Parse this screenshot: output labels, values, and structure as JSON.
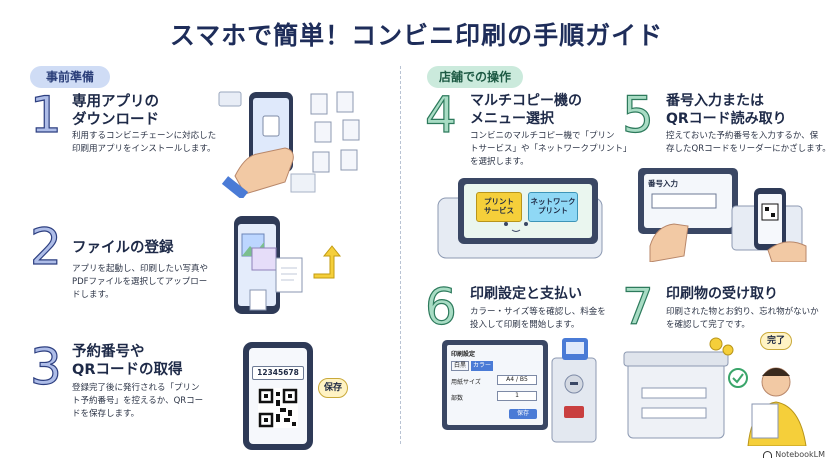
{
  "title": "スマホで簡単！コンビニ印刷の手順ガイド",
  "sections": {
    "left": "事前準備",
    "right": "店舗での操作"
  },
  "steps": [
    {
      "num": "1",
      "title": "専用アプリの\nダウンロード",
      "desc": "利用するコンビニチェーンに対応した\n印刷用アプリをインストールします。"
    },
    {
      "num": "2",
      "title": "ファイルの登録",
      "desc": "アプリを起動し、印刷したい写真や\nPDFファイルを選択してアップロー\nドします。"
    },
    {
      "num": "3",
      "title": "予約番号や\nQRコードの取得",
      "desc": "登録完了後に発行される「プリン\nト予約番号」を控えるか、QRコー\nドを保存します。"
    },
    {
      "num": "4",
      "title": "マルチコピー機の\nメニュー選択",
      "desc": "コンビニのマルチコピー機で「プリン\nトサービス」や「ネットワークプリント」\nを選択します。"
    },
    {
      "num": "5",
      "title": "番号入力または\nQRコード読み取り",
      "desc": "控えておいた予約番号を入力するか、保\n存したQRコードをリーダーにかざします。"
    },
    {
      "num": "6",
      "title": "印刷設定と支払い",
      "desc": "カラー・サイズ等を確認し、料金を\n投入して印刷を開始します。"
    },
    {
      "num": "7",
      "title": "印刷物の受け取り",
      "desc": "印刷された物とお釣り、忘れ物がないか\nを確認して完了です。"
    }
  ],
  "illustrations": {
    "step3_code": "12345678",
    "step3_badge": "保存",
    "step4_btn1": "プリント\nサービス",
    "step4_btn2": "ネットワーク\nプリント",
    "step5_screen": "番号入力",
    "step6_title": "印刷設定",
    "step6_mono": "白黒",
    "step6_color": "カラー",
    "step6_paper_label": "用紙サイズ",
    "step6_paper_value": "A4 / B5",
    "step6_copies_label": "部数",
    "step6_copies_value": "1",
    "step6_save": "保存",
    "step7_badge": "完了"
  },
  "footer": "NotebookLM",
  "colors": {
    "navy": "#1e2d5a",
    "blue_num": "#aebde8",
    "green_num": "#a8dcc4",
    "accent_blue": "#4a7bd6",
    "accent_yellow": "#f5cf3a"
  }
}
